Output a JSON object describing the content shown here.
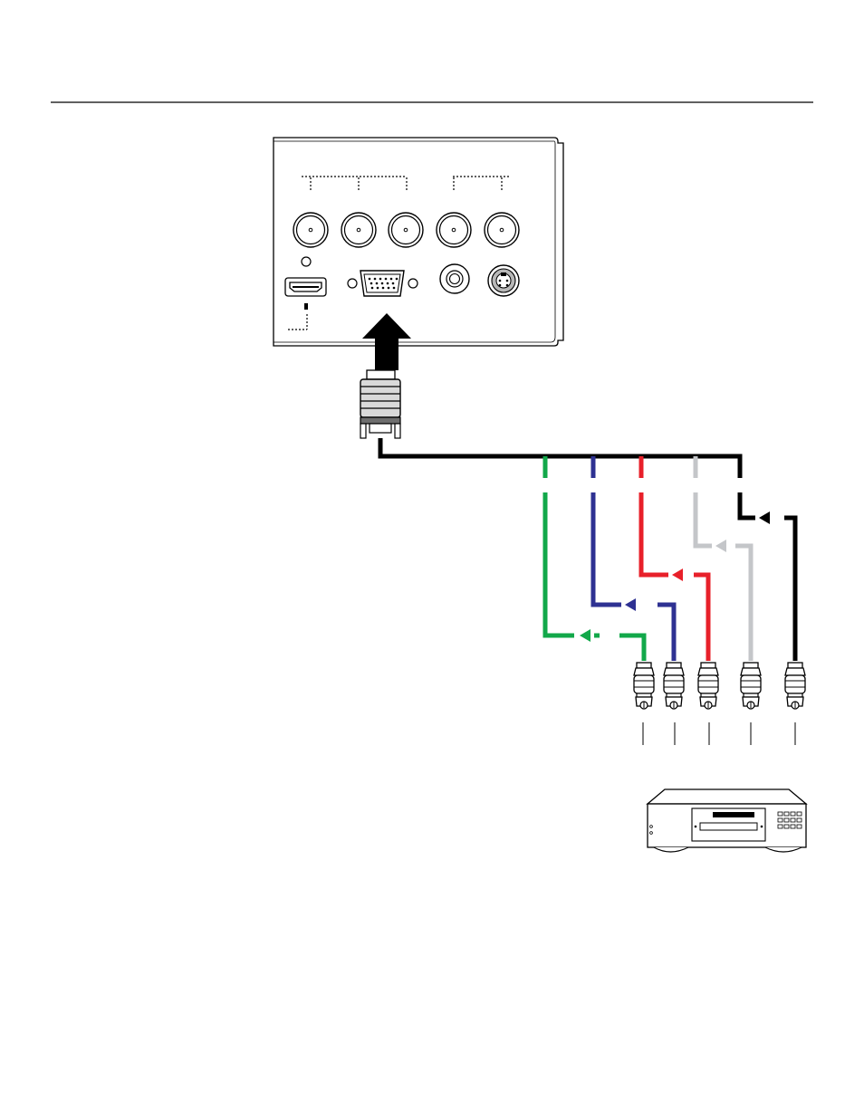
{
  "colors": {
    "green": "#12a84a",
    "blue": "#2e3192",
    "red": "#e8202a",
    "gray": "#c4c6c9",
    "black": "#000000",
    "connector_dark": "#4a4a4a",
    "connector_light": "#cfcfcf"
  },
  "cables": [
    {
      "id": "green",
      "color_key": "green"
    },
    {
      "id": "blue",
      "color_key": "blue"
    },
    {
      "id": "red",
      "color_key": "red"
    },
    {
      "id": "gray",
      "color_key": "gray"
    },
    {
      "id": "black",
      "color_key": "black"
    }
  ],
  "panel": {
    "bnc_jacks": 5,
    "ports": [
      "hdmi-port",
      "vga-port",
      "rca-jack",
      "s-video-jack"
    ]
  },
  "icons": {
    "arrow": "insert-arrow-icon",
    "vga_plug": "vga-plug-icon",
    "bnc_plug": "bnc-plug-icon",
    "source": "dvd-player-icon"
  }
}
